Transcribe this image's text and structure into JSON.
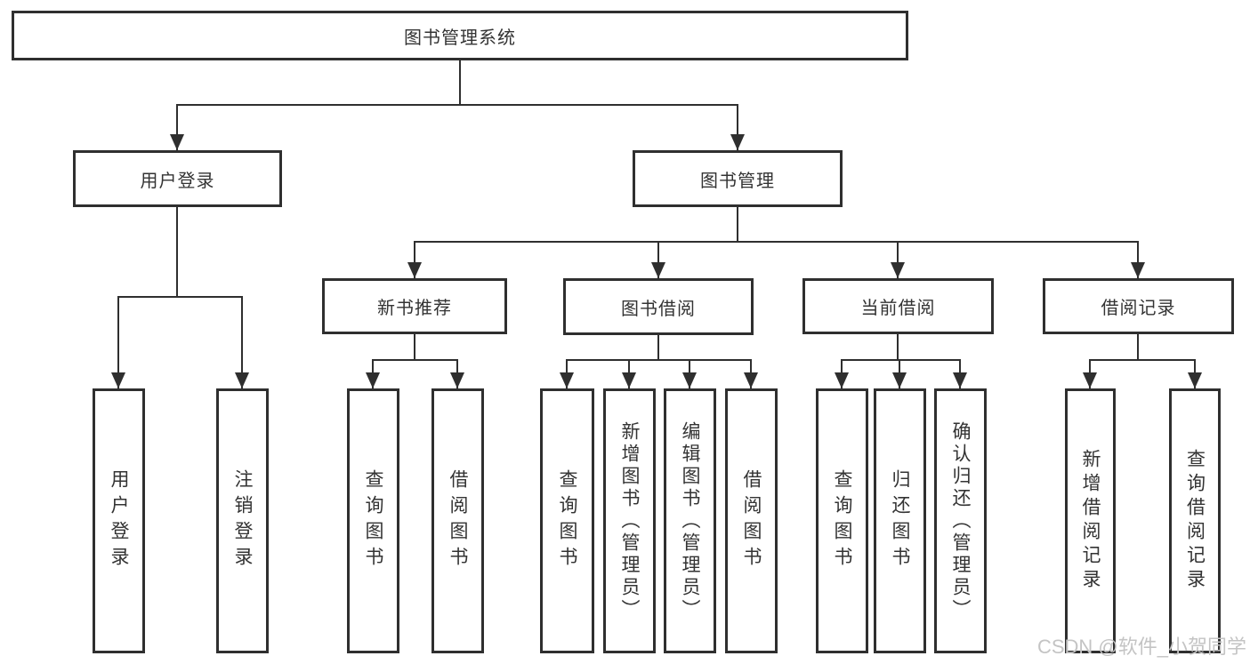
{
  "diagram": {
    "root": {
      "label": "图书管理系统"
    },
    "branches": [
      {
        "label": "用户登录",
        "children": [
          {
            "label": "用户登录"
          },
          {
            "label": "注销登录"
          }
        ]
      },
      {
        "label": "图书管理",
        "children": [
          {
            "label": "新书推荐",
            "children": [
              {
                "label": "查询图书"
              },
              {
                "label": "借阅图书"
              }
            ]
          },
          {
            "label": "图书借阅",
            "children": [
              {
                "label": "查询图书"
              },
              {
                "label": "新增图书（管理员）"
              },
              {
                "label": "编辑图书（管理员）"
              },
              {
                "label": "借阅图书"
              }
            ]
          },
          {
            "label": "当前借阅",
            "children": [
              {
                "label": "查询图书"
              },
              {
                "label": "归还图书"
              },
              {
                "label": "确认归还（管理员）"
              }
            ]
          },
          {
            "label": "借阅记录",
            "children": [
              {
                "label": "新增借阅记录"
              },
              {
                "label": "查询借阅记录"
              }
            ]
          }
        ]
      }
    ]
  },
  "watermark": {
    "text": "CSDN @软件_小贺同学"
  },
  "colors": {
    "line": "#2f2f2f",
    "text": "#333333",
    "watermark": "#c4c4c4",
    "background": "#ffffff"
  }
}
